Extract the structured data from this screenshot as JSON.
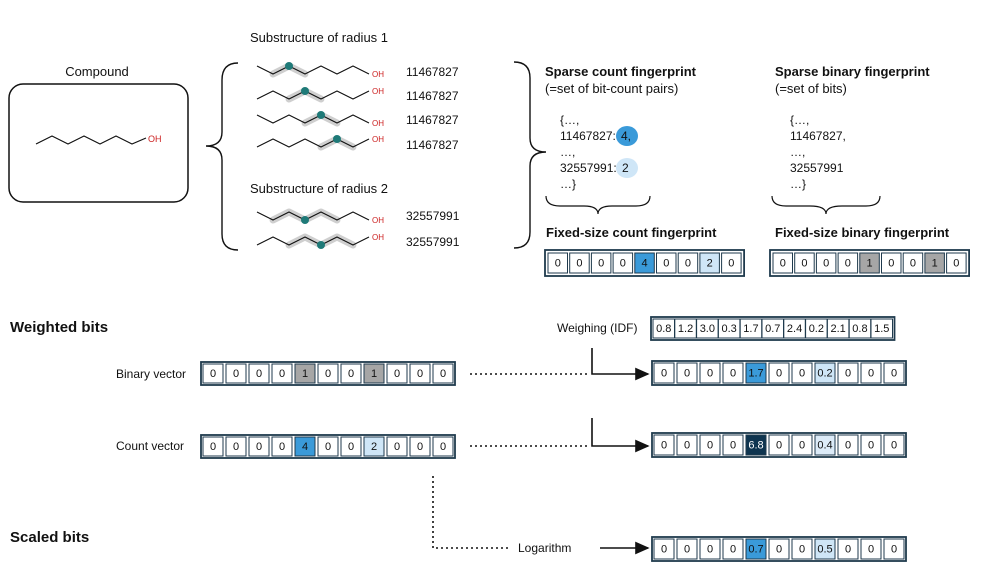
{
  "compound": {
    "label": "Compound",
    "oh": "OH"
  },
  "substructures": {
    "radius1_label": "Substructure of radius 1",
    "radius2_label": "Substructure of radius 2",
    "radius1_ids": [
      "11467827",
      "11467827",
      "11467827",
      "11467827"
    ],
    "radius2_ids": [
      "32557991",
      "32557991"
    ],
    "oh": "OH"
  },
  "sparse_count": {
    "title": "Sparse count fingerprint",
    "subtitle": "(=set of bit-count pairs)",
    "lines": [
      "{…,",
      "11467827:",
      "…,",
      "32557991:",
      "…}"
    ],
    "count1": "4,",
    "count2": "2"
  },
  "sparse_binary": {
    "title": "Sparse binary fingerprint",
    "subtitle": "(=set of bits)",
    "lines": [
      "{…,",
      "11467827,",
      "…,",
      "32557991",
      "…}"
    ]
  },
  "fixed_count": {
    "title": "Fixed-size count fingerprint",
    "values": [
      "0",
      "0",
      "0",
      "0",
      "4",
      "0",
      "0",
      "2",
      "0"
    ],
    "colors": [
      "#ffffff",
      "#ffffff",
      "#ffffff",
      "#ffffff",
      "#3a9ad9",
      "#ffffff",
      "#ffffff",
      "#cfe6f7",
      "#ffffff"
    ]
  },
  "fixed_binary": {
    "title": "Fixed-size binary fingerprint",
    "values": [
      "0",
      "0",
      "0",
      "0",
      "1",
      "0",
      "0",
      "1",
      "0"
    ],
    "colors": [
      "#ffffff",
      "#ffffff",
      "#ffffff",
      "#ffffff",
      "#a6a6a6",
      "#ffffff",
      "#ffffff",
      "#a6a6a6",
      "#ffffff"
    ]
  },
  "weighted": {
    "title": "Weighted bits",
    "weighing_label": "Weighing (IDF)",
    "idf_values": [
      "0.8",
      "1.2",
      "3.0",
      "0.3",
      "1.7",
      "0.7",
      "2.4",
      "0.2",
      "2.1",
      "0.8",
      "1.5"
    ],
    "binary_label": "Binary vector",
    "binary_values": [
      "0",
      "0",
      "0",
      "0",
      "1",
      "0",
      "0",
      "1",
      "0",
      "0",
      "0"
    ],
    "binary_colors": [
      "#ffffff",
      "#ffffff",
      "#ffffff",
      "#ffffff",
      "#a6a6a6",
      "#ffffff",
      "#ffffff",
      "#a6a6a6",
      "#ffffff",
      "#ffffff",
      "#ffffff"
    ],
    "binary_result": [
      "0",
      "0",
      "0",
      "0",
      "1.7",
      "0",
      "0",
      "0.2",
      "0",
      "0",
      "0"
    ],
    "binary_result_colors": [
      "#ffffff",
      "#ffffff",
      "#ffffff",
      "#ffffff",
      "#3a9ad9",
      "#ffffff",
      "#ffffff",
      "#cfe6f7",
      "#ffffff",
      "#ffffff",
      "#ffffff"
    ],
    "count_label": "Count vector",
    "count_values": [
      "0",
      "0",
      "0",
      "0",
      "4",
      "0",
      "0",
      "2",
      "0",
      "0",
      "0"
    ],
    "count_colors": [
      "#ffffff",
      "#ffffff",
      "#ffffff",
      "#ffffff",
      "#3a9ad9",
      "#ffffff",
      "#ffffff",
      "#cfe6f7",
      "#ffffff",
      "#ffffff",
      "#ffffff"
    ],
    "count_result": [
      "0",
      "0",
      "0",
      "0",
      "6.8",
      "0",
      "0",
      "0.4",
      "0",
      "0",
      "0"
    ],
    "count_result_colors": [
      "#ffffff",
      "#ffffff",
      "#ffffff",
      "#ffffff",
      "#0f3550",
      "#ffffff",
      "#ffffff",
      "#dcebf8",
      "#ffffff",
      "#ffffff",
      "#ffffff"
    ]
  },
  "scaled": {
    "title": "Scaled bits",
    "log_label": "Logarithm",
    "result": [
      "0",
      "0",
      "0",
      "0",
      "0.7",
      "0",
      "0",
      "0.5",
      "0",
      "0",
      "0"
    ],
    "result_colors": [
      "#ffffff",
      "#ffffff",
      "#ffffff",
      "#ffffff",
      "#3a9ad9",
      "#ffffff",
      "#ffffff",
      "#cfe6f7",
      "#ffffff",
      "#ffffff",
      "#ffffff"
    ]
  },
  "colors": {
    "frame": "#1f3a4d",
    "atom": "#1f7a78",
    "highlight": "#cfcfcf",
    "oh": "#cc2222"
  }
}
